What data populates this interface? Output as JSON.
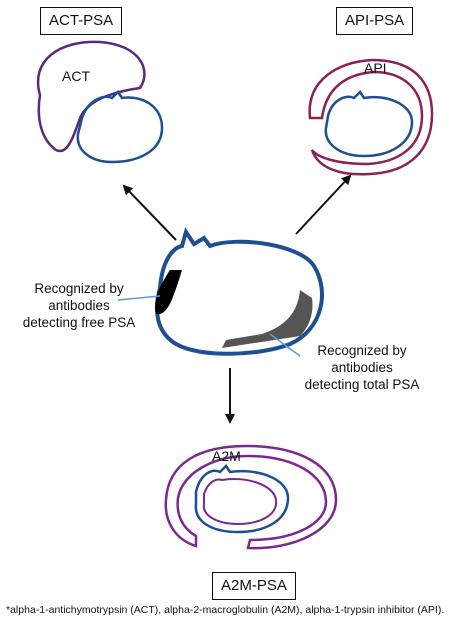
{
  "complexes": {
    "act_psa": {
      "title": "ACT-PSA",
      "inhibitor": "ACT",
      "color": "#5a2a82"
    },
    "api_psa": {
      "title": "API-PSA",
      "inhibitor": "API",
      "color": "#8a2255"
    },
    "a2m_psa": {
      "title": "A2M-PSA",
      "inhibitor": "A2M",
      "color": "#7a2a8f"
    }
  },
  "psa": {
    "color": "#1d4f91"
  },
  "epitopes": {
    "free": {
      "lines": [
        "Recognized by",
        "antibodies",
        "detecting free PSA"
      ],
      "color": "#000000"
    },
    "total": {
      "lines": [
        "Recognized by",
        "antibodies",
        "detecting total PSA"
      ],
      "color": "#555555"
    }
  },
  "footnote": "*alpha-1-antichymotrypsin (ACT), alpha-2-macroglobulin (A2M), alpha-1-trypsin inhibitor (API)."
}
